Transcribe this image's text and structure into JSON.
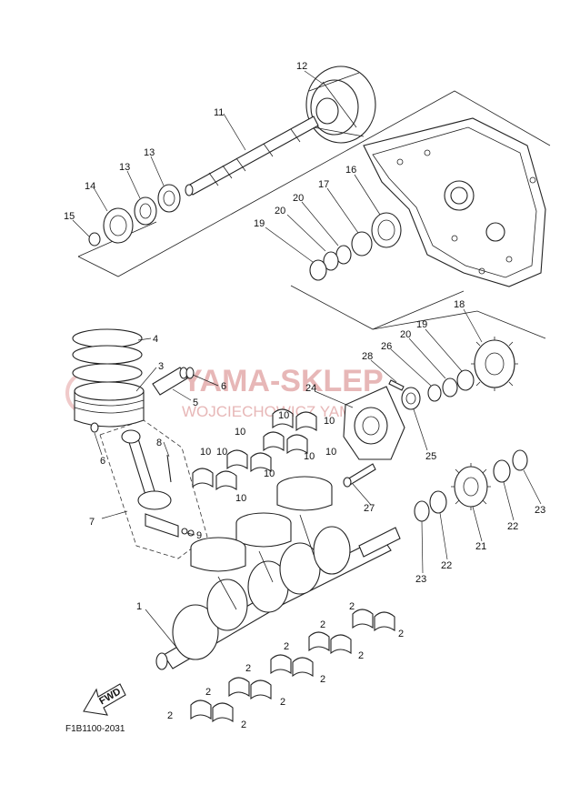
{
  "watermark": {
    "brand": "YAMA-SKLEP",
    "subline": "WOJCIECHOWICZ YAMAHA",
    "color": "#e7b7b7"
  },
  "drawing_code": "F1B1100-2031",
  "fwd_label": "FWD",
  "callouts": {
    "c1": "1",
    "c2": "2",
    "c3": "3",
    "c4": "4",
    "c5": "5",
    "c6": "6",
    "c7": "7",
    "c8": "8",
    "c9": "9",
    "c10": "10",
    "c11": "11",
    "c12": "12",
    "c13": "13",
    "c14": "14",
    "c15": "15",
    "c16": "16",
    "c17": "17",
    "c18": "18",
    "c19": "19",
    "c20": "20",
    "c21": "21",
    "c22": "22",
    "c23": "23",
    "c24": "24",
    "c25": "25",
    "c26": "26",
    "c27": "27",
    "c28": "28"
  }
}
